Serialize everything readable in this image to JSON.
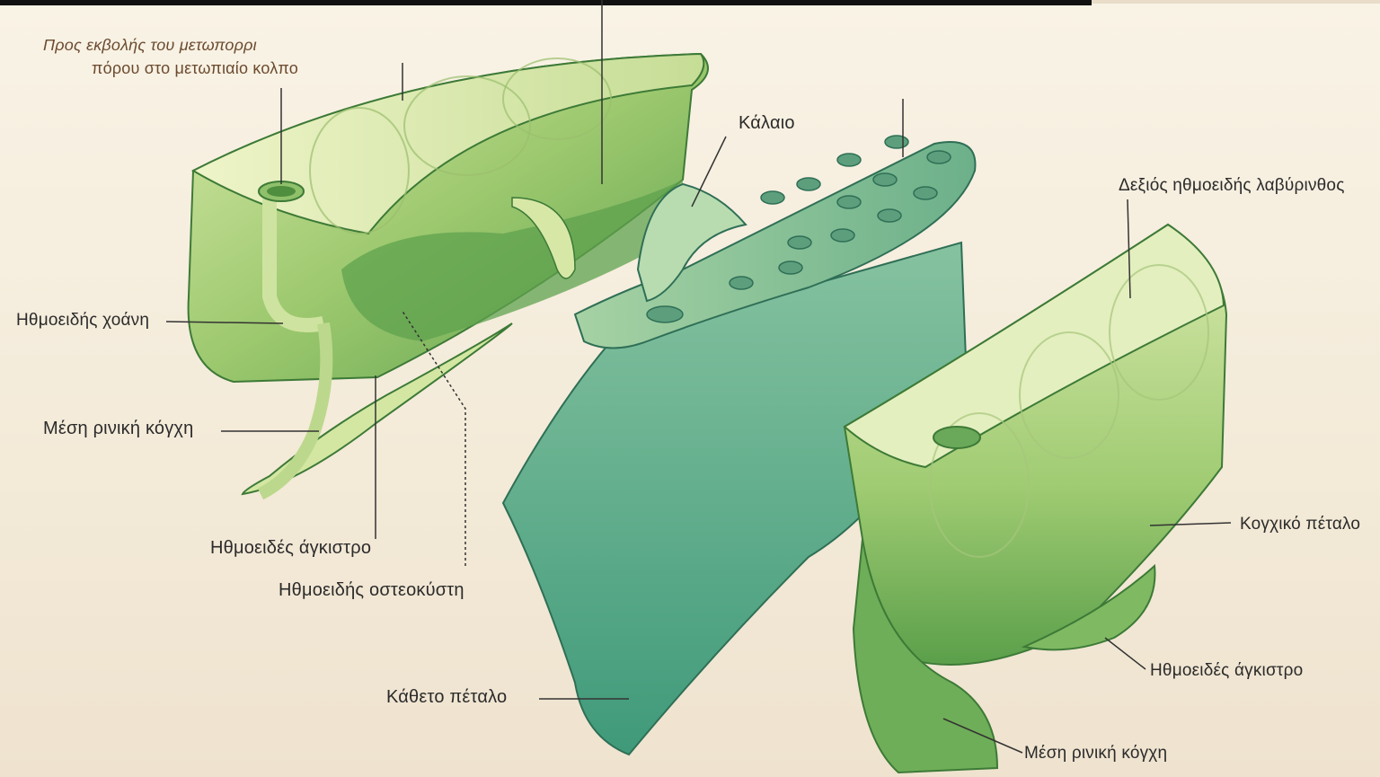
{
  "labels": {
    "frontal_sinus_drain_line1": "Προς εκβολής του μετωπορρι",
    "frontal_sinus_drain_line2": "πόρου στο μετωπιαίο κολπο",
    "crista_galli": "Κάλαιο",
    "right_ethmoid_labyrinth": "Δεξιός ηθμοειδής λαβύρινθος",
    "ethmoid_infundibulum": "Ηθμοειδής χοάνη",
    "middle_turbinate_left": "Μέση ρινική κόγχη",
    "uncinate_process_left": "Ηθμοειδές άγκιστρο",
    "ethmoid_bulla": "Ηθμοειδής οστεοκύστη",
    "perpendicular_plate": "Κάθετο πέταλο",
    "conchal_plate": "Κογχικό πέταλο",
    "uncinate_process_right": "Ηθμοειδές άγκιστρο",
    "middle_turbinate_right": "Μέση ρινική κόγχη"
  },
  "colors": {
    "bone_light": "#c9df9c",
    "bone_mid": "#8fc06a",
    "bone_dark": "#4f9a4a",
    "plate": "#6fb39a",
    "leader": "#333333",
    "background": "#f4ecde"
  }
}
